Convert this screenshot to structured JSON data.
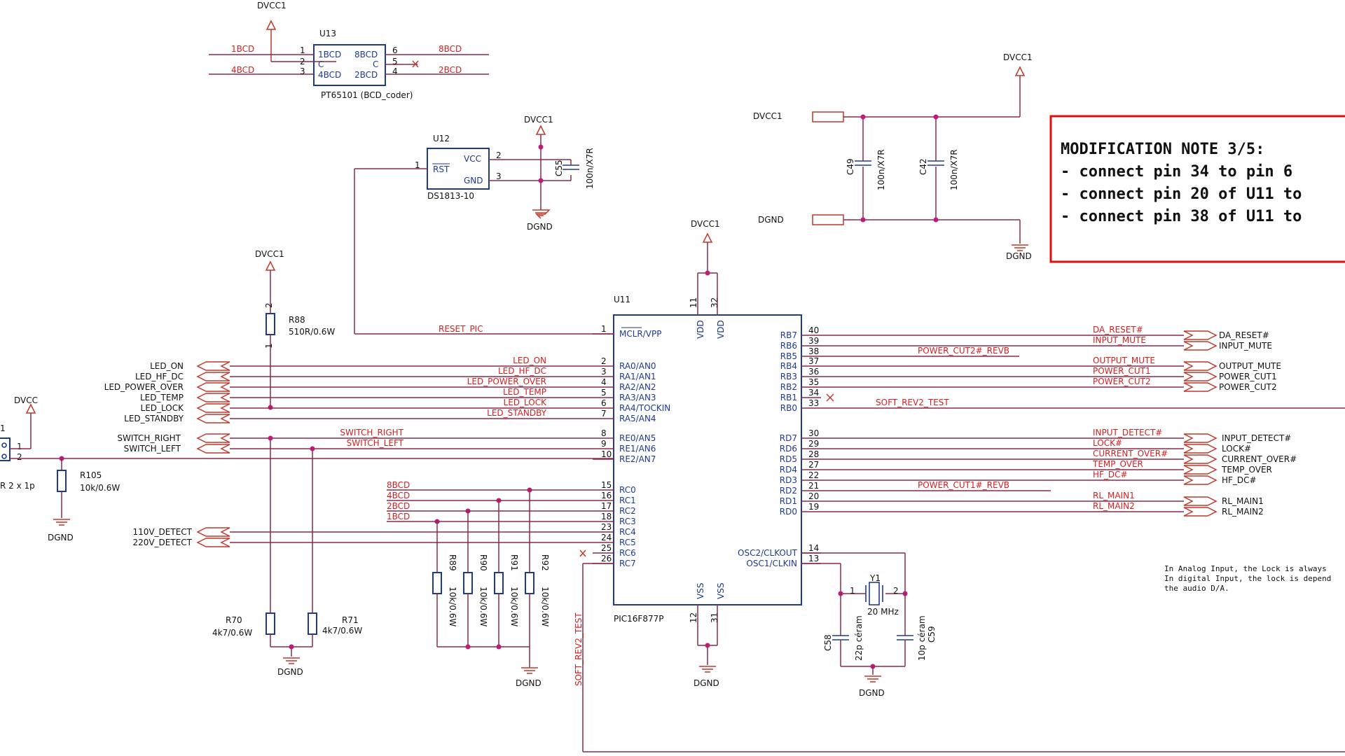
{
  "supply": {
    "vcc": "DVCC1",
    "gnd": "DGND"
  },
  "u13": {
    "ref": "U13",
    "part": "PT65101 (BCD_coder)",
    "pins_in": [
      "1BCD",
      "C",
      "4BCD"
    ],
    "pins_out": [
      "8BCD",
      "C",
      "2BCD"
    ],
    "nums": [
      "1",
      "2",
      "3",
      "6",
      "5",
      "4"
    ],
    "nets": [
      "1BCD",
      "4BCD",
      "8BCD",
      "2BCD"
    ]
  },
  "u12": {
    "ref": "U12",
    "part": "DS1813-10",
    "rst": "RST",
    "vcc": "VCC",
    "gnd": "GND",
    "nums": [
      "1",
      "2",
      "3"
    ]
  },
  "caps": {
    "c55": {
      "ref": "C55",
      "value": "100n/X7R"
    },
    "c49": {
      "ref": "C49",
      "value": "100n/X7R"
    },
    "c42": {
      "ref": "C42",
      "value": "100n/X7R"
    },
    "c58": {
      "ref": "C58",
      "value": "22p céram"
    },
    "c59": {
      "ref": "C59",
      "value": "10p céram"
    }
  },
  "crystal": {
    "ref": "Y1",
    "value": "20 MHz",
    "nums": [
      "1",
      "2"
    ]
  },
  "resistors": {
    "r88": {
      "ref": "R88",
      "value": "510R/0.6W",
      "nums": [
        "2",
        "1"
      ]
    },
    "r105": {
      "ref": "R105",
      "value": "10k/0.6W"
    },
    "r70": {
      "ref": "R70",
      "value": "4k7/0.6W"
    },
    "r71": {
      "ref": "R71",
      "value": "4k7/0.6W"
    },
    "r89": {
      "ref": "R89",
      "value": "10k/0.6W"
    },
    "r90": {
      "ref": "R90",
      "value": "10k/0.6W"
    },
    "r91": {
      "ref": "R91",
      "value": "10k/0.6W"
    },
    "r92": {
      "ref": "R92",
      "value": "10k/0.6W"
    }
  },
  "connector": {
    "ref_partial": "1",
    "part": "R 2 x 1p",
    "pins": [
      "1",
      "2"
    ]
  },
  "dvcc_net": "DVCC",
  "dgnd_net": "DGND",
  "u11": {
    "ref": "U11",
    "part": "PIC16F877P",
    "left_pins": [
      {
        "n": "1",
        "name": "MCLR/VPP"
      },
      {
        "n": "2",
        "name": "RA0/AN0"
      },
      {
        "n": "3",
        "name": "RA1/AN1"
      },
      {
        "n": "4",
        "name": "RA2/AN2"
      },
      {
        "n": "5",
        "name": "RA3/AN3"
      },
      {
        "n": "6",
        "name": "RA4/TOCKIN"
      },
      {
        "n": "7",
        "name": "RA5/AN4"
      },
      {
        "n": "8",
        "name": "RE0/AN5"
      },
      {
        "n": "9",
        "name": "RE1/AN6"
      },
      {
        "n": "10",
        "name": "RE2/AN7"
      },
      {
        "n": "15",
        "name": "RC0"
      },
      {
        "n": "16",
        "name": "RC1"
      },
      {
        "n": "17",
        "name": "RC2"
      },
      {
        "n": "18",
        "name": "RC3"
      },
      {
        "n": "23",
        "name": "RC4"
      },
      {
        "n": "24",
        "name": "RC5"
      },
      {
        "n": "25",
        "name": "RC6"
      },
      {
        "n": "26",
        "name": "RC7"
      }
    ],
    "right_pins": [
      {
        "n": "40",
        "name": "RB7"
      },
      {
        "n": "39",
        "name": "RB6"
      },
      {
        "n": "38",
        "name": "RB5"
      },
      {
        "n": "37",
        "name": "RB4"
      },
      {
        "n": "36",
        "name": "RB3"
      },
      {
        "n": "35",
        "name": "RB2"
      },
      {
        "n": "34",
        "name": "RB1"
      },
      {
        "n": "33",
        "name": "RB0"
      },
      {
        "n": "30",
        "name": "RD7"
      },
      {
        "n": "29",
        "name": "RD6"
      },
      {
        "n": "28",
        "name": "RD5"
      },
      {
        "n": "27",
        "name": "RD4"
      },
      {
        "n": "22",
        "name": "RD3"
      },
      {
        "n": "21",
        "name": "RD2"
      },
      {
        "n": "20",
        "name": "RD1"
      },
      {
        "n": "19",
        "name": "RD0"
      },
      {
        "n": "14",
        "name": "OSC2/CLKOUT"
      },
      {
        "n": "13",
        "name": "OSC1/CLKIN"
      }
    ],
    "vdd": [
      "VDD",
      "VDD"
    ],
    "vdd_nums": [
      "11",
      "32"
    ],
    "vss": [
      "VSS",
      "VSS"
    ],
    "vss_nums": [
      "12",
      "31"
    ]
  },
  "left_nets": {
    "reset": "RESET_PIC",
    "ra": [
      "LED_ON",
      "LED_HF_DC",
      "LED_POWER_OVER",
      "LED_TEMP",
      "LED_LOCK",
      "LED_STANDBY"
    ],
    "re": [
      "SWITCH_RIGHT",
      "SWITCH_LEFT"
    ],
    "rc": [
      "8BCD",
      "4BCD",
      "2BCD",
      "1BCD"
    ],
    "detect": [
      "110V_DETECT",
      "220V_DETECT"
    ],
    "soft_test": "SOFT_REV2_TEST"
  },
  "right_nets": {
    "rb_labels": [
      "DA_RESET#",
      "INPUT_MUTE",
      "POWER_CUT2#_REVB",
      "OUTPUT_MUTE",
      "POWER_CUT1",
      "POWER_CUT2",
      "SOFT_REV2_TEST"
    ],
    "rb_ports": [
      "DA_RESET#",
      "INPUT_MUTE",
      "OUTPUT_MUTE",
      "POWER_CUT1",
      "POWER_CUT2"
    ],
    "rd_labels": [
      "INPUT_DETECT#",
      "LOCK#",
      "CURRENT_OVER#",
      "TEMP_OVER",
      "HF_DC#",
      "POWER_CUT1#_REVB",
      "RL_MAIN1",
      "RL_MAIN2"
    ],
    "rd_ports": [
      "INPUT_DETECT#",
      "LOCK#",
      "CURRENT_OVER#",
      "TEMP_OVER",
      "HF_DC#",
      "RL_MAIN1",
      "RL_MAIN2"
    ]
  },
  "decoupling": {
    "vcc_label": "DVCC1",
    "gnd_label": "DGND"
  },
  "note": {
    "title": "MODIFICATION NOTE 3/5:",
    "lines": [
      "- connect pin 34 to pin 6",
      "- connect pin 20 of U11 to",
      "- connect pin 38 of U11 to"
    ],
    "border_color": "#e01010"
  },
  "comment": [
    "In Analog Input, the Lock is always",
    "In digital Input, the lock is depend",
    "the audio D/A."
  ]
}
